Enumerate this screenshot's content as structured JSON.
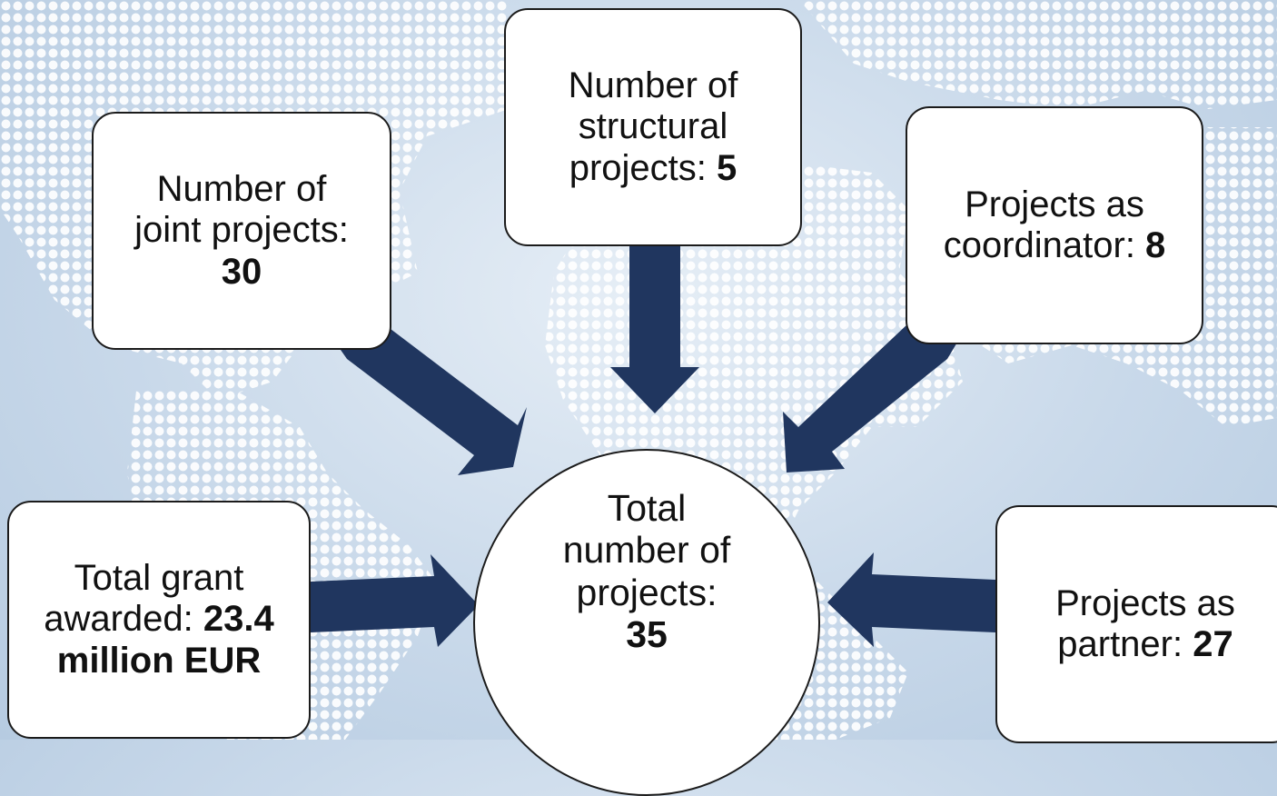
{
  "colors": {
    "arrow": "#20365f",
    "box_fill": "#ffffff",
    "box_border": "#1b1b1b",
    "map_dots": "#ffffff",
    "background": "#c9d9ea"
  },
  "center": {
    "lines": [
      "Total",
      "number of",
      "projects:"
    ],
    "value": "35"
  },
  "boxes": {
    "structural": {
      "lines": [
        "Number of",
        "structural"
      ],
      "label_prefix": "projects: ",
      "value": "5"
    },
    "joint": {
      "lines": [
        "Number of",
        "joint projects:"
      ],
      "value": "30"
    },
    "coordinator": {
      "lines": [
        "Projects as"
      ],
      "label_prefix": "coordinator: ",
      "value": "8"
    },
    "grant": {
      "lines": [
        "Total grant"
      ],
      "label_prefix": "awarded: ",
      "value": "23.4",
      "value_line2": "million EUR"
    },
    "partner": {
      "lines": [
        "Projects as"
      ],
      "label_prefix": "partner: ",
      "value": "27"
    }
  }
}
